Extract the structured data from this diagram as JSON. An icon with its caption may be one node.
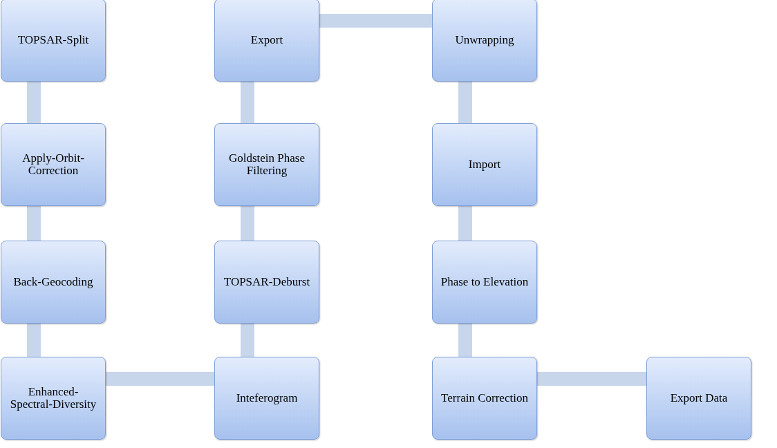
{
  "diagram": {
    "nodes": [
      {
        "text": [
          "TOPSAR-Split"
        ]
      },
      {
        "text": [
          "Apply-Orbit-Correction"
        ]
      },
      {
        "text": [
          "Back-Geocoding"
        ]
      },
      {
        "text": [
          "Enhanced-Spectral-Diversity"
        ]
      },
      {
        "text": [
          "Inteferogram"
        ]
      },
      {
        "text": [
          "TOPSAR-Deburst"
        ]
      },
      {
        "text": [
          "Goldstein Phase Filtering"
        ]
      },
      {
        "text": [
          "Export"
        ]
      },
      {
        "text": [
          "Unwrapping"
        ]
      },
      {
        "text": [
          "Import"
        ]
      },
      {
        "text": [
          "Phase to Elevation"
        ]
      },
      {
        "text": [
          "Terrain Correction"
        ]
      },
      {
        "text": [
          "Export Data"
        ]
      }
    ],
    "edges": [
      {
        "from": 0,
        "to": 1,
        "arrow": "none"
      },
      {
        "from": 1,
        "to": 2,
        "arrow": "none"
      },
      {
        "from": 2,
        "to": 3,
        "arrow": "none"
      },
      {
        "from": 3,
        "to": 4,
        "arrow": "none"
      },
      {
        "from": 4,
        "to": 5,
        "arrow": "none"
      },
      {
        "from": 5,
        "to": 6,
        "arrow": "none"
      },
      {
        "from": 6,
        "to": 7,
        "arrow": "none"
      },
      {
        "from": 7,
        "to": 8,
        "arrow": "none"
      },
      {
        "from": 8,
        "to": 9,
        "arrow": "none"
      },
      {
        "from": 9,
        "to": 10,
        "arrow": "none"
      },
      {
        "from": 10,
        "to": 11,
        "arrow": "none"
      },
      {
        "from": 11,
        "to": 12,
        "arrow": "none"
      }
    ]
  }
}
